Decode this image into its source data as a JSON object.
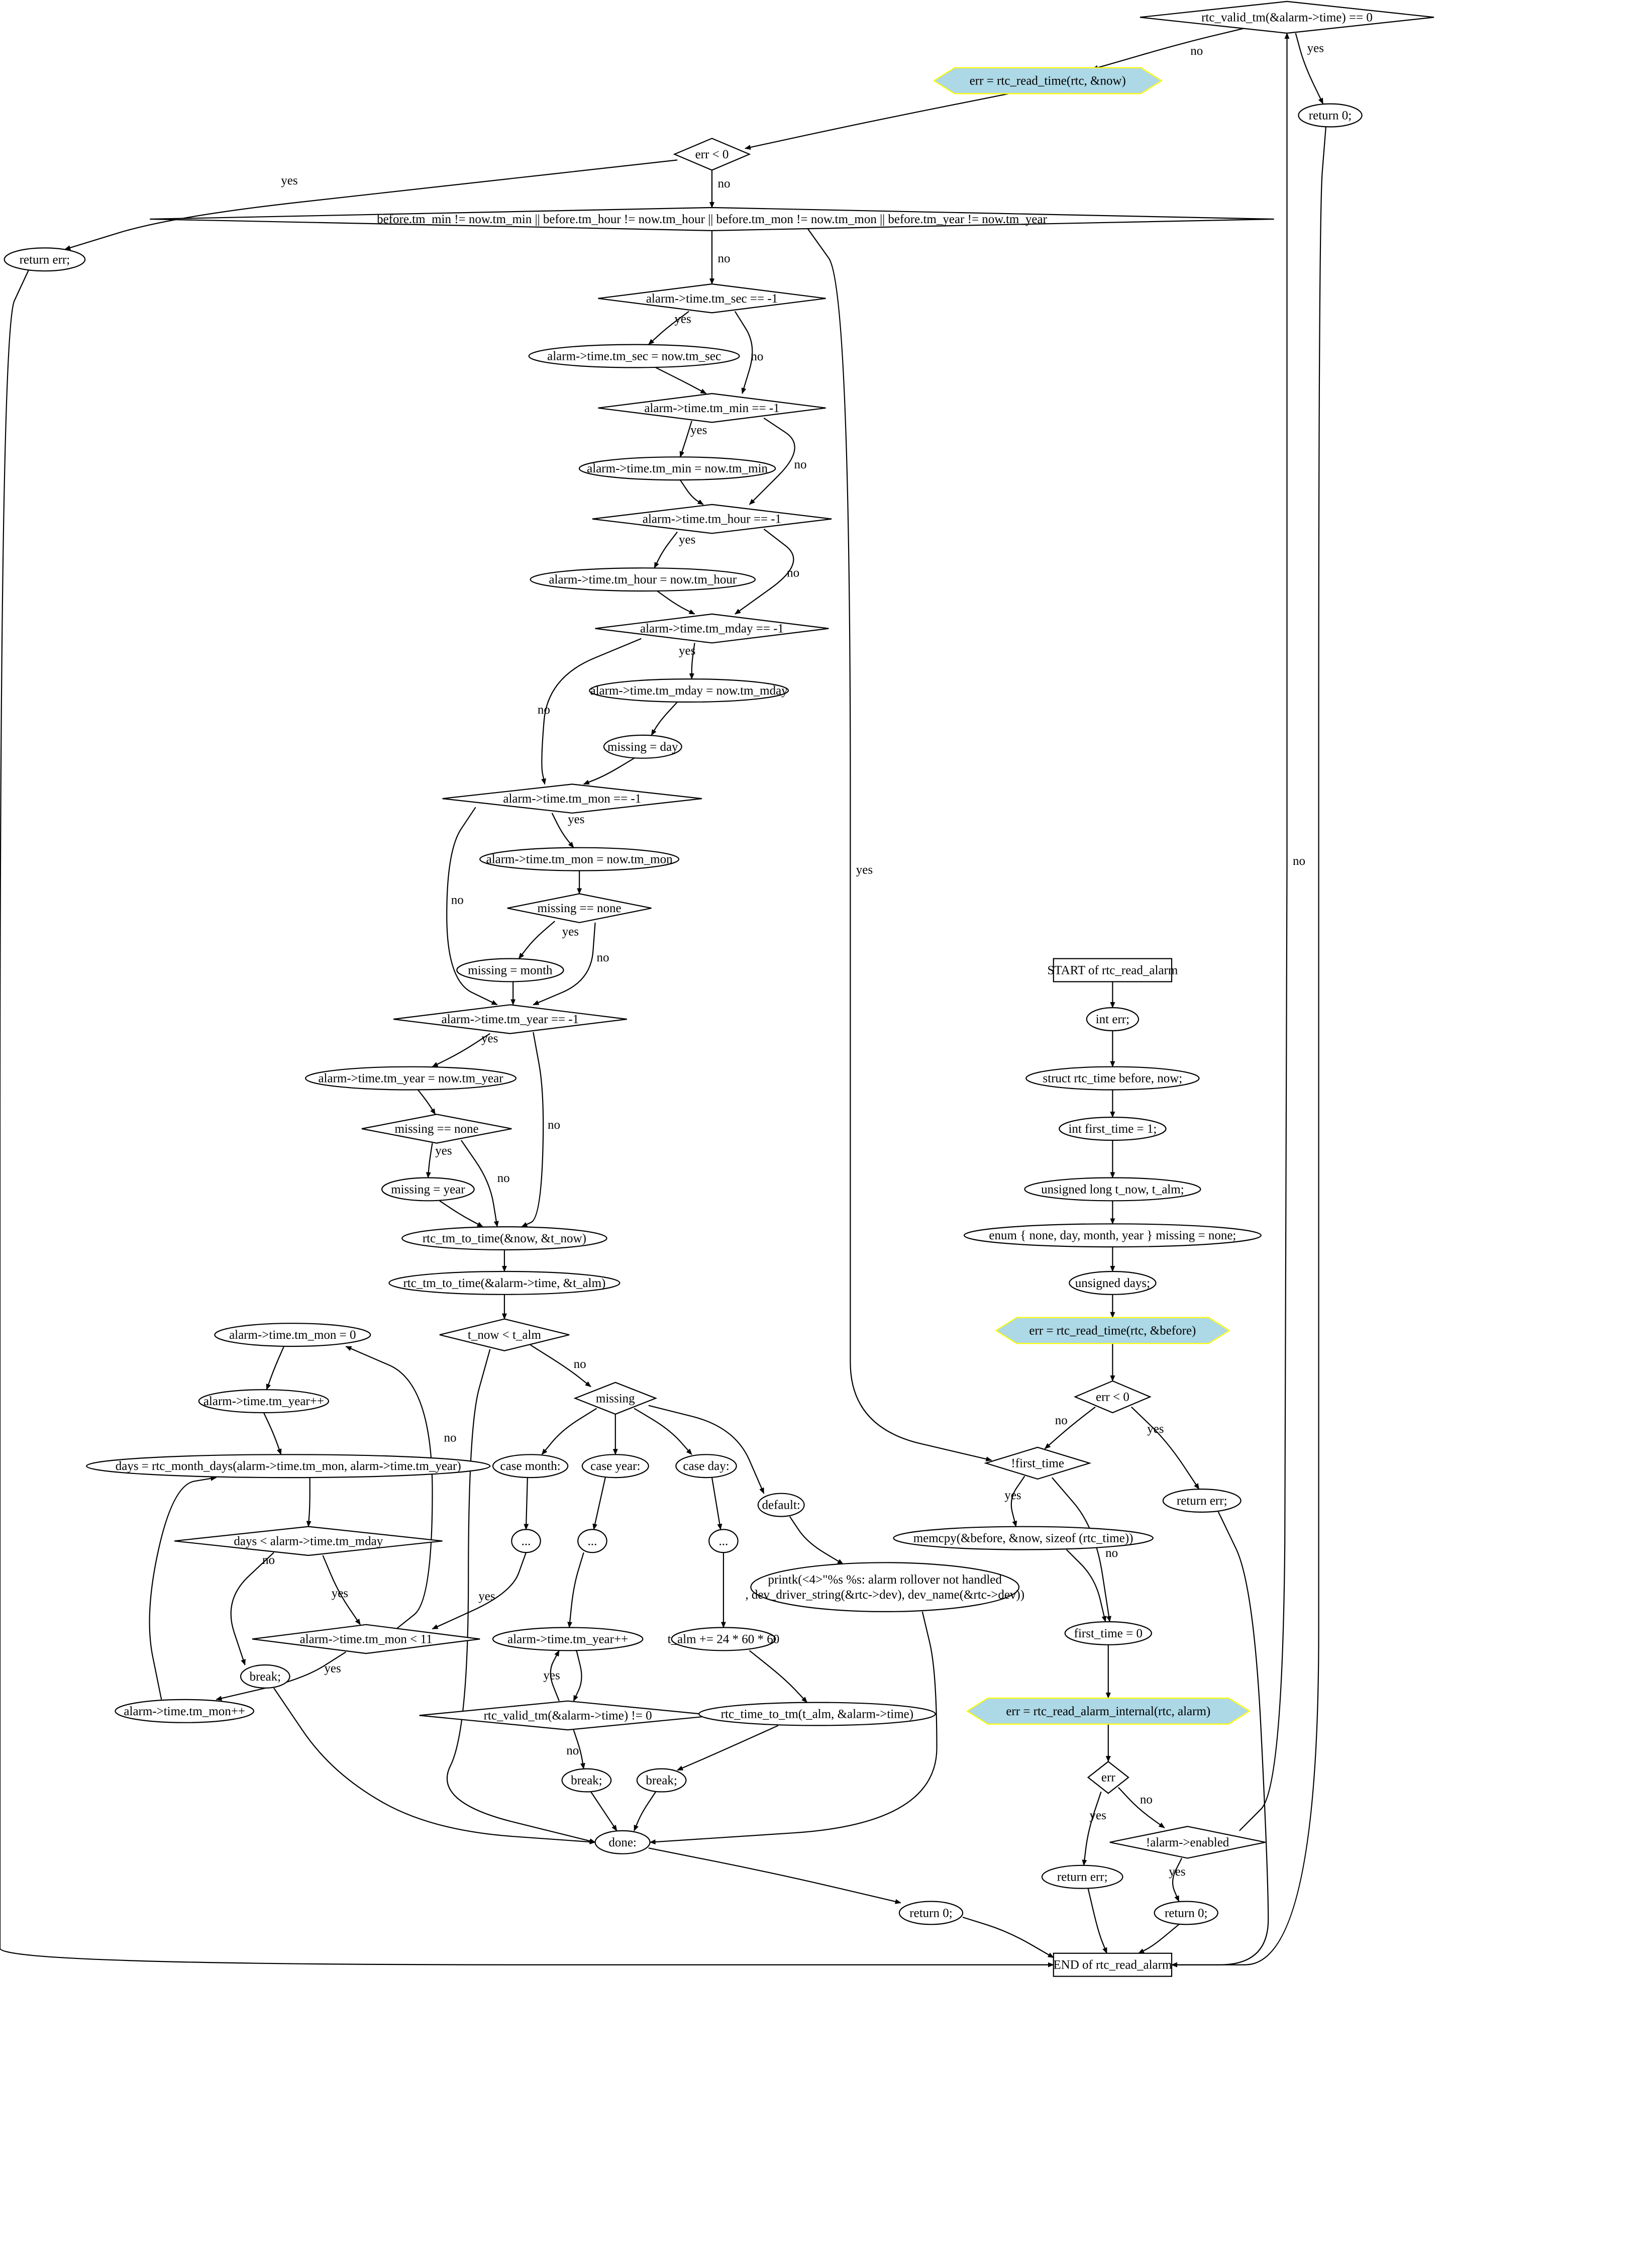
{
  "nodes": [
    {
      "id": "start",
      "shape": "box",
      "lines": [
        "START of rtc_read_alarm"
      ]
    },
    {
      "id": "int_err",
      "shape": "ellipse",
      "lines": [
        "int err;"
      ]
    },
    {
      "id": "struct_tm",
      "shape": "ellipse",
      "lines": [
        "struct rtc_time before, now;"
      ]
    },
    {
      "id": "first_time_decl",
      "shape": "ellipse",
      "lines": [
        "int first_time = 1;"
      ]
    },
    {
      "id": "unsigned_long",
      "shape": "ellipse",
      "lines": [
        "unsigned long t_now, t_alm;"
      ]
    },
    {
      "id": "enum_missing",
      "shape": "ellipse",
      "lines": [
        "enum { none, day, month, year } missing = none;"
      ]
    },
    {
      "id": "unsigned_days",
      "shape": "ellipse",
      "lines": [
        "unsigned days;"
      ]
    },
    {
      "id": "read_before",
      "shape": "hexagon",
      "lines": [
        "err = rtc_read_time(rtc, &before)"
      ]
    },
    {
      "id": "err_lt0_a",
      "shape": "diamond",
      "lines": [
        "err < 0"
      ]
    },
    {
      "id": "return_err_a",
      "shape": "ellipse",
      "lines": [
        "return err;"
      ]
    },
    {
      "id": "not_first_time",
      "shape": "diamond",
      "lines": [
        "!first_time"
      ]
    },
    {
      "id": "memcpy",
      "shape": "ellipse",
      "lines": [
        "memcpy(&before, &now, sizeof (rtc_time))"
      ]
    },
    {
      "id": "first_time_0",
      "shape": "ellipse",
      "lines": [
        "first_time = 0"
      ]
    },
    {
      "id": "read_alarm_internal",
      "shape": "hexagon",
      "lines": [
        "err = rtc_read_alarm_internal(rtc, alarm)"
      ]
    },
    {
      "id": "err_check",
      "shape": "diamond",
      "lines": [
        "err"
      ]
    },
    {
      "id": "return_err_b",
      "shape": "ellipse",
      "lines": [
        "return err;"
      ]
    },
    {
      "id": "not_enabled",
      "shape": "diamond",
      "lines": [
        "!alarm->enabled"
      ]
    },
    {
      "id": "return_0_a",
      "shape": "ellipse",
      "lines": [
        "return 0;"
      ]
    },
    {
      "id": "valid_tm_eq0",
      "shape": "diamond",
      "lines": [
        "rtc_valid_tm(&alarm->time) == 0"
      ]
    },
    {
      "id": "return_0_b",
      "shape": "ellipse",
      "lines": [
        "return 0;"
      ]
    },
    {
      "id": "read_now",
      "shape": "hexagon",
      "lines": [
        "err = rtc_read_time(rtc, &now)"
      ]
    },
    {
      "id": "err_lt0_b",
      "shape": "diamond",
      "lines": [
        "err < 0"
      ]
    },
    {
      "id": "return_err_c",
      "shape": "ellipse",
      "lines": [
        "return err;"
      ]
    },
    {
      "id": "before_ne_now",
      "shape": "diamond",
      "lines": [
        "before.tm_min != now.tm_min || before.tm_hour != now.tm_hour || before.tm_mon != now.tm_mon || before.tm_year != now.tm_year"
      ]
    },
    {
      "id": "sec_eq",
      "shape": "diamond",
      "lines": [
        "alarm->time.tm_sec == -1"
      ]
    },
    {
      "id": "sec_set",
      "shape": "ellipse",
      "lines": [
        "alarm->time.tm_sec = now.tm_sec"
      ]
    },
    {
      "id": "min_eq",
      "shape": "diamond",
      "lines": [
        "alarm->time.tm_min == -1"
      ]
    },
    {
      "id": "min_set",
      "shape": "ellipse",
      "lines": [
        "alarm->time.tm_min = now.tm_min"
      ]
    },
    {
      "id": "hour_eq",
      "shape": "diamond",
      "lines": [
        "alarm->time.tm_hour == -1"
      ]
    },
    {
      "id": "hour_set",
      "shape": "ellipse",
      "lines": [
        "alarm->time.tm_hour = now.tm_hour"
      ]
    },
    {
      "id": "mday_eq",
      "shape": "diamond",
      "lines": [
        "alarm->time.tm_mday == -1"
      ]
    },
    {
      "id": "mday_set",
      "shape": "ellipse",
      "lines": [
        "alarm->time.tm_mday = now.tm_mday"
      ]
    },
    {
      "id": "missing_day",
      "shape": "ellipse",
      "lines": [
        "missing = day"
      ]
    },
    {
      "id": "mon_eq",
      "shape": "diamond",
      "lines": [
        "alarm->time.tm_mon == -1"
      ]
    },
    {
      "id": "mon_set",
      "shape": "ellipse",
      "lines": [
        "alarm->time.tm_mon = now.tm_mon"
      ]
    },
    {
      "id": "missing_none_a",
      "shape": "diamond",
      "lines": [
        "missing == none"
      ]
    },
    {
      "id": "missing_month",
      "shape": "ellipse",
      "lines": [
        "missing = month"
      ]
    },
    {
      "id": "year_eq",
      "shape": "diamond",
      "lines": [
        "alarm->time.tm_year == -1"
      ]
    },
    {
      "id": "year_set",
      "shape": "ellipse",
      "lines": [
        "alarm->time.tm_year = now.tm_year"
      ]
    },
    {
      "id": "missing_none_b",
      "shape": "diamond",
      "lines": [
        "missing == none"
      ]
    },
    {
      "id": "missing_year",
      "shape": "ellipse",
      "lines": [
        "missing = year"
      ]
    },
    {
      "id": "tm_to_time_now",
      "shape": "ellipse",
      "lines": [
        "rtc_tm_to_time(&now, &t_now)"
      ]
    },
    {
      "id": "tm_to_time_alm",
      "shape": "ellipse",
      "lines": [
        "rtc_tm_to_time(&alarm->time, &t_alm)"
      ]
    },
    {
      "id": "tnow_lt_talm",
      "shape": "diamond",
      "lines": [
        "t_now < t_alm"
      ]
    },
    {
      "id": "switch_missing",
      "shape": "diamond",
      "lines": [
        "missing"
      ]
    },
    {
      "id": "case_month",
      "shape": "ellipse",
      "lines": [
        "case month:"
      ]
    },
    {
      "id": "case_year",
      "shape": "ellipse",
      "lines": [
        "case year:"
      ]
    },
    {
      "id": "case_day",
      "shape": "ellipse",
      "lines": [
        "case day:"
      ]
    },
    {
      "id": "default",
      "shape": "ellipse",
      "lines": [
        "default:"
      ]
    },
    {
      "id": "dots_month",
      "shape": "ellipse",
      "lines": [
        "..."
      ]
    },
    {
      "id": "dots_year",
      "shape": "ellipse",
      "lines": [
        "..."
      ]
    },
    {
      "id": "dots_day",
      "shape": "ellipse",
      "lines": [
        "..."
      ]
    },
    {
      "id": "printk",
      "shape": "ellipse",
      "lines": [
        "printk(<4>\"%s %s: alarm rollover not handled",
        ", dev_driver_string(&rtc->dev), dev_name(&rtc->dev))"
      ]
    },
    {
      "id": "mon_zero",
      "shape": "ellipse",
      "lines": [
        "alarm->time.tm_mon = 0"
      ]
    },
    {
      "id": "year_inc_a",
      "shape": "ellipse",
      "lines": [
        "alarm->time.tm_year++"
      ]
    },
    {
      "id": "days_calc",
      "shape": "ellipse",
      "lines": [
        "days = rtc_month_days(alarm->time.tm_mon, alarm->time.tm_year)"
      ]
    },
    {
      "id": "days_lt_mday",
      "shape": "diamond",
      "lines": [
        "days < alarm->time.tm_mday"
      ]
    },
    {
      "id": "mon_lt_11",
      "shape": "diamond",
      "lines": [
        "alarm->time.tm_mon < 11"
      ]
    },
    {
      "id": "break_a",
      "shape": "ellipse",
      "lines": [
        "break;"
      ]
    },
    {
      "id": "mon_inc",
      "shape": "ellipse",
      "lines": [
        "alarm->time.tm_mon++"
      ]
    },
    {
      "id": "year_inc_b",
      "shape": "ellipse",
      "lines": [
        "alarm->time.tm_year++"
      ]
    },
    {
      "id": "valid_tm_ne0",
      "shape": "diamond",
      "lines": [
        "rtc_valid_tm(&alarm->time) != 0"
      ]
    },
    {
      "id": "break_b",
      "shape": "ellipse",
      "lines": [
        "break;"
      ]
    },
    {
      "id": "talm_add",
      "shape": "ellipse",
      "lines": [
        "t_alm += 24 * 60 * 60"
      ]
    },
    {
      "id": "time_to_tm",
      "shape": "ellipse",
      "lines": [
        "rtc_time_to_tm(t_alm, &alarm->time)"
      ]
    },
    {
      "id": "break_c",
      "shape": "ellipse",
      "lines": [
        "break;"
      ]
    },
    {
      "id": "done",
      "shape": "ellipse",
      "lines": [
        "done:"
      ]
    },
    {
      "id": "return_0_c",
      "shape": "ellipse",
      "lines": [
        "return 0;"
      ]
    },
    {
      "id": "end",
      "shape": "box",
      "lines": [
        "END of rtc_read_alarm"
      ]
    }
  ],
  "edges": [
    {
      "from": "start",
      "to": "int_err",
      "label": ""
    },
    {
      "from": "int_err",
      "to": "struct_tm",
      "label": ""
    },
    {
      "from": "struct_tm",
      "to": "first_time_decl",
      "label": ""
    },
    {
      "from": "first_time_decl",
      "to": "unsigned_long",
      "label": ""
    },
    {
      "from": "unsigned_long",
      "to": "enum_missing",
      "label": ""
    },
    {
      "from": "enum_missing",
      "to": "unsigned_days",
      "label": ""
    },
    {
      "from": "unsigned_days",
      "to": "read_before",
      "label": ""
    },
    {
      "from": "read_before",
      "to": "err_lt0_a",
      "label": ""
    },
    {
      "from": "err_lt0_a",
      "to": "return_err_a",
      "label": "yes"
    },
    {
      "from": "err_lt0_a",
      "to": "not_first_time",
      "label": "no"
    },
    {
      "from": "return_err_a",
      "to": "end",
      "label": ""
    },
    {
      "from": "not_first_time",
      "to": "memcpy",
      "label": "yes"
    },
    {
      "from": "not_first_time",
      "to": "first_time_0",
      "label": "no"
    },
    {
      "from": "memcpy",
      "to": "first_time_0",
      "label": ""
    },
    {
      "from": "first_time_0",
      "to": "read_alarm_internal",
      "label": ""
    },
    {
      "from": "read_alarm_internal",
      "to": "err_check",
      "label": ""
    },
    {
      "from": "err_check",
      "to": "return_err_b",
      "label": "yes"
    },
    {
      "from": "err_check",
      "to": "not_enabled",
      "label": "no"
    },
    {
      "from": "return_err_b",
      "to": "end",
      "label": ""
    },
    {
      "from": "not_enabled",
      "to": "return_0_a",
      "label": "yes"
    },
    {
      "from": "not_enabled",
      "to": "valid_tm_eq0",
      "label": "no"
    },
    {
      "from": "return_0_a",
      "to": "end",
      "label": ""
    },
    {
      "from": "valid_tm_eq0",
      "to": "return_0_b",
      "label": "yes"
    },
    {
      "from": "valid_tm_eq0",
      "to": "read_now",
      "label": "no"
    },
    {
      "from": "return_0_b",
      "to": "end",
      "label": ""
    },
    {
      "from": "read_now",
      "to": "err_lt0_b",
      "label": ""
    },
    {
      "from": "err_lt0_b",
      "to": "return_err_c",
      "label": "yes"
    },
    {
      "from": "err_lt0_b",
      "to": "before_ne_now",
      "label": "no"
    },
    {
      "from": "return_err_c",
      "to": "end",
      "label": ""
    },
    {
      "from": "before_ne_now",
      "to": "not_first_time",
      "label": "yes"
    },
    {
      "from": "before_ne_now",
      "to": "sec_eq",
      "label": "no"
    },
    {
      "from": "sec_eq",
      "to": "sec_set",
      "label": "yes"
    },
    {
      "from": "sec_eq",
      "to": "min_eq",
      "label": "no"
    },
    {
      "from": "sec_set",
      "to": "min_eq",
      "label": ""
    },
    {
      "from": "min_eq",
      "to": "min_set",
      "label": "yes"
    },
    {
      "from": "min_eq",
      "to": "hour_eq",
      "label": "no"
    },
    {
      "from": "min_set",
      "to": "hour_eq",
      "label": ""
    },
    {
      "from": "hour_eq",
      "to": "hour_set",
      "label": "yes"
    },
    {
      "from": "hour_eq",
      "to": "mday_eq",
      "label": "no"
    },
    {
      "from": "hour_set",
      "to": "mday_eq",
      "label": ""
    },
    {
      "from": "mday_eq",
      "to": "mday_set",
      "label": "yes"
    },
    {
      "from": "mday_eq",
      "to": "mon_eq",
      "label": "no"
    },
    {
      "from": "mday_set",
      "to": "missing_day",
      "label": ""
    },
    {
      "from": "missing_day",
      "to": "mon_eq",
      "label": ""
    },
    {
      "from": "mon_eq",
      "to": "mon_set",
      "label": "yes"
    },
    {
      "from": "mon_eq",
      "to": "year_eq",
      "label": "no"
    },
    {
      "from": "mon_set",
      "to": "missing_none_a",
      "label": ""
    },
    {
      "from": "missing_none_a",
      "to": "missing_month",
      "label": "yes"
    },
    {
      "from": "missing_none_a",
      "to": "year_eq",
      "label": "no"
    },
    {
      "from": "missing_month",
      "to": "year_eq",
      "label": ""
    },
    {
      "from": "year_eq",
      "to": "year_set",
      "label": "yes"
    },
    {
      "from": "year_eq",
      "to": "tm_to_time_now",
      "label": "no"
    },
    {
      "from": "year_set",
      "to": "missing_none_b",
      "label": ""
    },
    {
      "from": "missing_none_b",
      "to": "missing_year",
      "label": "yes"
    },
    {
      "from": "missing_none_b",
      "to": "tm_to_time_now",
      "label": "no"
    },
    {
      "from": "missing_year",
      "to": "tm_to_time_now",
      "label": ""
    },
    {
      "from": "tm_to_time_now",
      "to": "tm_to_time_alm",
      "label": ""
    },
    {
      "from": "tm_to_time_alm",
      "to": "tnow_lt_talm",
      "label": ""
    },
    {
      "from": "tnow_lt_talm",
      "to": "done",
      "label": "yes"
    },
    {
      "from": "tnow_lt_talm",
      "to": "switch_missing",
      "label": "no"
    },
    {
      "from": "switch_missing",
      "to": "case_month",
      "label": ""
    },
    {
      "from": "switch_missing",
      "to": "case_year",
      "label": ""
    },
    {
      "from": "switch_missing",
      "to": "case_day",
      "label": ""
    },
    {
      "from": "switch_missing",
      "to": "default",
      "label": ""
    },
    {
      "from": "case_month",
      "to": "dots_month",
      "label": ""
    },
    {
      "from": "case_year",
      "to": "dots_year",
      "label": ""
    },
    {
      "from": "case_day",
      "to": "dots_day",
      "label": ""
    },
    {
      "from": "default",
      "to": "printk",
      "label": ""
    },
    {
      "from": "dots_month",
      "to": "mon_lt_11",
      "label": ""
    },
    {
      "from": "dots_year",
      "to": "year_inc_b",
      "label": ""
    },
    {
      "from": "dots_day",
      "to": "talm_add",
      "label": ""
    },
    {
      "from": "printk",
      "to": "done",
      "label": ""
    },
    {
      "from": "mon_zero",
      "to": "year_inc_a",
      "label": ""
    },
    {
      "from": "year_inc_a",
      "to": "days_calc",
      "label": ""
    },
    {
      "from": "days_calc",
      "to": "days_lt_mday",
      "label": ""
    },
    {
      "from": "days_lt_mday",
      "to": "mon_lt_11",
      "label": "yes"
    },
    {
      "from": "days_lt_mday",
      "to": "break_a",
      "label": "no"
    },
    {
      "from": "mon_lt_11",
      "to": "mon_inc",
      "label": "yes"
    },
    {
      "from": "mon_lt_11",
      "to": "mon_zero",
      "label": "no"
    },
    {
      "from": "mon_inc",
      "to": "days_calc",
      "label": ""
    },
    {
      "from": "break_a",
      "to": "done",
      "label": ""
    },
    {
      "from": "year_inc_b",
      "to": "valid_tm_ne0",
      "label": ""
    },
    {
      "from": "valid_tm_ne0",
      "to": "year_inc_b",
      "label": "yes"
    },
    {
      "from": "valid_tm_ne0",
      "to": "break_b",
      "label": "no"
    },
    {
      "from": "break_b",
      "to": "done",
      "label": ""
    },
    {
      "from": "talm_add",
      "to": "time_to_tm",
      "label": ""
    },
    {
      "from": "time_to_tm",
      "to": "break_c",
      "label": ""
    },
    {
      "from": "break_c",
      "to": "done",
      "label": ""
    },
    {
      "from": "done",
      "to": "return_0_c",
      "label": ""
    },
    {
      "from": "return_0_c",
      "to": "end",
      "label": ""
    }
  ]
}
